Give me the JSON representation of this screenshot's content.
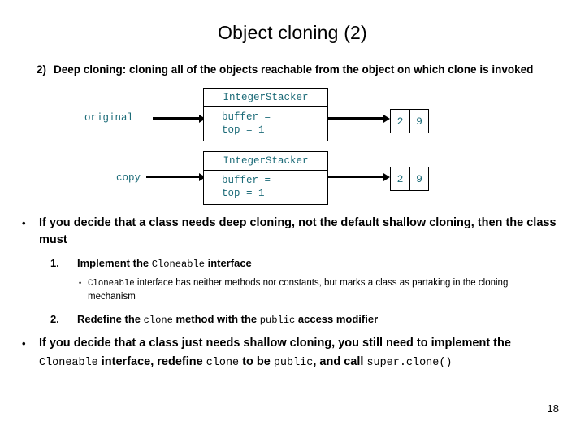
{
  "slide": {
    "title": "Object cloning (2)",
    "page_number": "18",
    "accent_color": "#1c6b78"
  },
  "intro": {
    "marker": "2)",
    "text": "Deep cloning: cloning all of the objects reachable from the object on which clone is invoked"
  },
  "diagram": {
    "original_label": "original",
    "copy_label": "copy",
    "class_name": "IntegerStacker",
    "field_buffer": "buffer =",
    "field_top": "top = 1",
    "array_top_cells": [
      "2",
      "9"
    ],
    "array_bottom_cells": [
      "2",
      "9"
    ]
  },
  "bullets": {
    "first": {
      "dot": "•",
      "text": "If you decide that a class needs deep cloning, not the default shallow cloning, then the class must"
    },
    "numbered": [
      {
        "num": "1.",
        "pre": "Implement the ",
        "code": "Cloneable",
        "post": " interface"
      },
      {
        "num": "2.",
        "pre": "Redefine the ",
        "code": "clone",
        "mid": " method with the ",
        "code2": "public",
        "post": " access modifier"
      }
    ],
    "sub": {
      "dot": "•",
      "code": "Cloneable",
      "text": " interface has neither methods nor constants, but marks a class as partaking in the cloning mechanism"
    },
    "second": {
      "dot": "•",
      "p1": "If you decide that a class just needs shallow cloning, you still need to implement the ",
      "c1": "Cloneable",
      "p2": " interface, redefine ",
      "c2": "clone",
      "p3": " to be ",
      "c3": "public",
      "p4": ", and call ",
      "c4": "super.clone()"
    }
  }
}
